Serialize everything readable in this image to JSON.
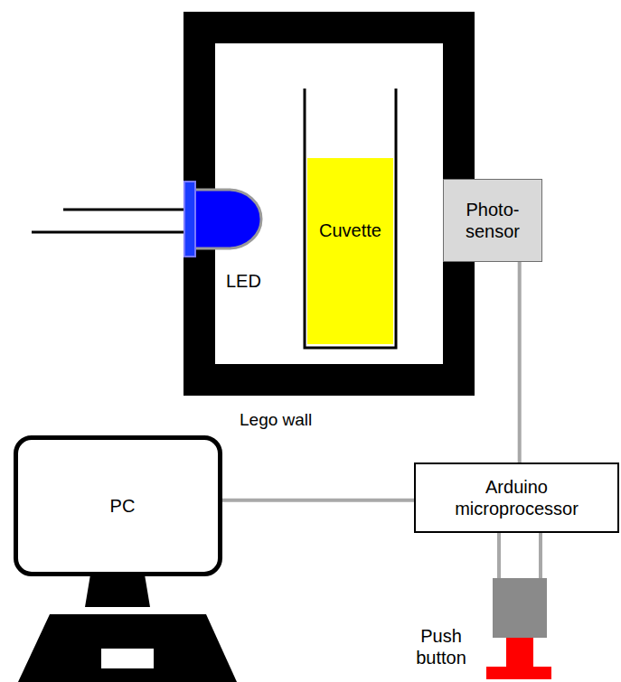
{
  "diagram": {
    "nodes": [
      {
        "text": [
          "Lego wall"
        ]
      },
      {
        "text": [
          "LED"
        ]
      },
      {
        "text": [
          "Cuvette"
        ],
        "in": 0
      },
      {
        "text": [
          "Photo- sensor"
        ]
      },
      {
        "text": [
          "PC"
        ]
      },
      {
        "text": [
          "Arduino microprocessor"
        ]
      },
      {
        "text": [
          "Push button"
        ]
      }
    ],
    "edges": [
      {
        "from": 3,
        "to": 5,
        "arrow": "none"
      },
      {
        "from": 4,
        "to": 5,
        "arrow": "none"
      },
      {
        "from": 5,
        "to": 6,
        "arrow": "none"
      }
    ]
  }
}
